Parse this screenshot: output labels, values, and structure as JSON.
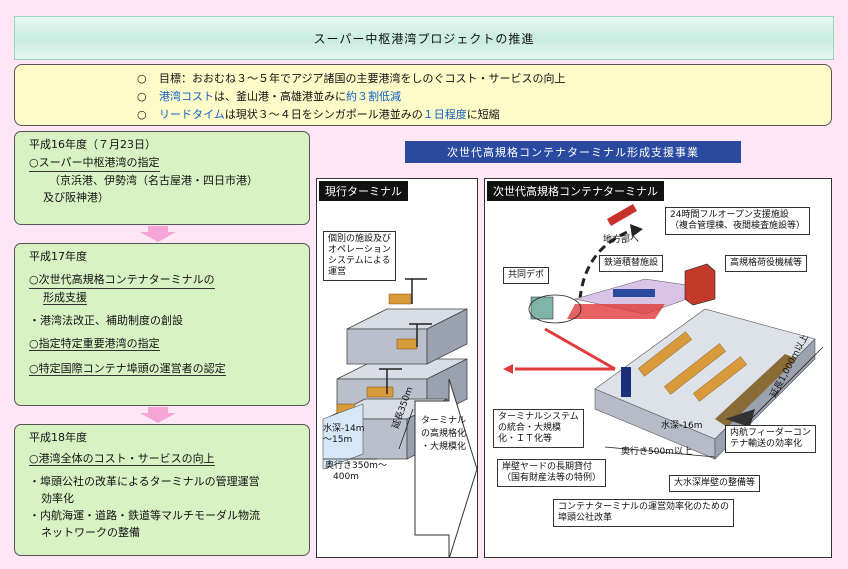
{
  "title": "スーパー中枢港湾プロジェクトの推進",
  "goals": [
    {
      "mark": "○",
      "parts": [
        {
          "t": "目標：おおむね３～５年でアジア諸国の主要港湾をしのぐコスト・サービスの向上",
          "hl": false
        }
      ]
    },
    {
      "mark": "○",
      "parts": [
        {
          "t": "港湾コスト",
          "hl": true
        },
        {
          "t": "は、釜山港・高雄港並みに",
          "hl": false
        },
        {
          "t": "約３割低減",
          "hl": true
        }
      ]
    },
    {
      "mark": "○",
      "parts": [
        {
          "t": "リードタイム",
          "hl": true
        },
        {
          "t": "は現状３～４日をシンガポール港並みの",
          "hl": false
        },
        {
          "t": "１日程度",
          "hl": true
        },
        {
          "t": "に短縮",
          "hl": false
        }
      ]
    }
  ],
  "phases": [
    {
      "year": "平成16年度（７月23日）",
      "items": [
        "○スーパー中枢港湾の指定",
        "（京浜港、伊勢湾（名古屋港・四日市港）",
        "及び阪神港）"
      ]
    },
    {
      "year": "平成17年度",
      "items": [
        "○次世代高規格コンテナターミナルの",
        "形成支援",
        "・港湾法改正、補助制度の創設",
        "○指定特定重要港湾の指定",
        "○特定国際コンテナ埠頭の運営者の認定"
      ]
    },
    {
      "year": "平成18年度",
      "items": [
        "○港湾全体のコスト・サービスの向上",
        "・埠頭公社の改革によるターミナルの管理運営",
        "効率化",
        "・内航海運・道路・鉄道等マルチモーダル物流",
        "ネットワークの整備"
      ]
    }
  ],
  "panel_title": "次世代高規格コンテナターミナル形成支援事業",
  "current": {
    "label": "現行ターミナル",
    "callout": [
      "個別の施設及び",
      "オペレーション",
      "システムによる",
      "運営"
    ],
    "depth": [
      "水深-14m",
      "～15m"
    ],
    "extension": "延長350m",
    "width": [
      "奥行き350m～",
      "400m"
    ],
    "arrow_text": [
      "ターミナル",
      "の高規格化",
      "・大規模化"
    ]
  },
  "next": {
    "label": "次世代高規格コンテナターミナル",
    "regional": "地方部へ",
    "open24": [
      "24時間フルオープン支援施設",
      "（複合管理棟、夜間検査施設等）"
    ],
    "depot": "共同デポ",
    "rail": "鉄道積替施設",
    "crane": "高規格荷役機械等",
    "extension": "延長1,000m以上",
    "system": [
      "ターミナルシステム",
      "の統合・大規模",
      "化・ＩＴ化等"
    ],
    "depth": "水深-16m",
    "feeder": [
      "内航フィーダーコン",
      "テナ輸送の効率化"
    ],
    "width": "奥行き500m以上",
    "lease": [
      "岸壁ヤードの長期貸付",
      "（国有財産法等の特例）"
    ],
    "quay": "大水深岸壁の整備等",
    "reform": [
      "コンテナターミナルの運営効率化のための",
      "埠頭公社改革"
    ]
  }
}
